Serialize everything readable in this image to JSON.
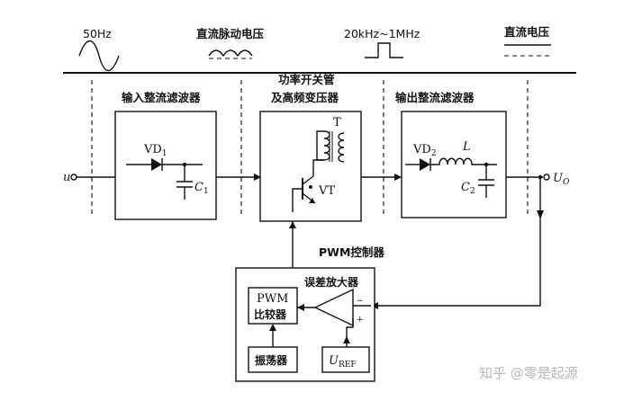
{
  "legend": {
    "sine_label": "50Hz",
    "pulsating_label": "直流脉动电压",
    "pulse_label": "20kHz~1MHz",
    "dc_label": "直流电压"
  },
  "blocks": {
    "input_filter": "输入整流滤波器",
    "power_switch_line1": "功率开关管",
    "power_switch_line2": "及高频变压器",
    "output_filter": "输出整流滤波器",
    "pwm_controller": "PWM控制器",
    "error_amp": "误差放大器",
    "pwm_comp_line1": "PWM",
    "pwm_comp_line2": "比较器",
    "oscillator": "振荡器"
  },
  "components": {
    "input_node": "u",
    "vd1": "VD",
    "vd1_sub": "1",
    "c1": "C",
    "c1_sub": "1",
    "transformer": "T",
    "transistor": "VT",
    "vd2": "VD",
    "vd2_sub": "2",
    "inductor": "L",
    "c2": "C",
    "c2_sub": "2",
    "output_node": "U",
    "output_sub": "O",
    "uref": "U",
    "uref_sub": "REF"
  },
  "watermark": "知乎 @零是起源"
}
